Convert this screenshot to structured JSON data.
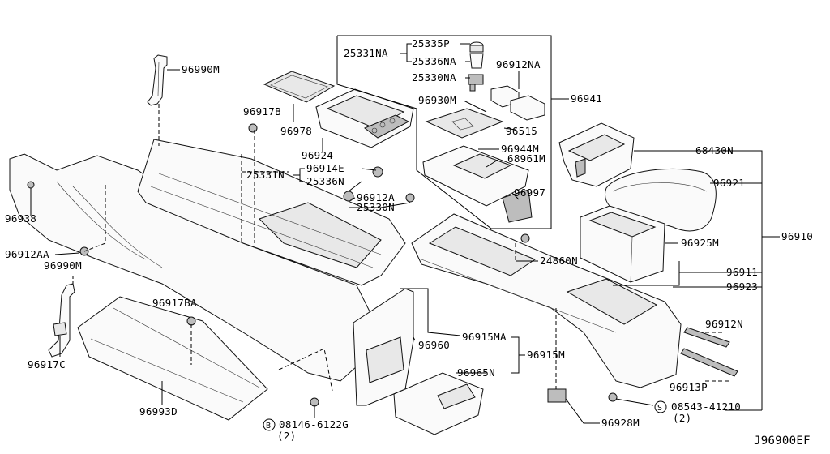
{
  "diagram_id": "J96900EF",
  "callouts": {
    "p25331NA": "25331NA",
    "p25335P": "25335P",
    "p25336NA": "25336NA",
    "p25330NA": "25330NA",
    "p96912NA": "96912NA",
    "p96990M_top": "96990M",
    "p96930M": "96930M",
    "p96941": "96941",
    "p96917B": "96917B",
    "p96978": "96978",
    "p96515": "96515",
    "p96944M": "96944M",
    "p68961M": "68961M",
    "p68430N": "68430N",
    "p96924": "96924",
    "p96914E": "96914E",
    "p25331N": "25331N",
    "p25336N": "25336N",
    "p96997": "96997",
    "p96921": "96921",
    "p96912A": "96912A",
    "p25330N": "25330N",
    "p96938": "96938",
    "p96910": "96910",
    "p96925M": "96925M",
    "p96912AA": "96912AA",
    "p96990M_low": "96990M",
    "p24860N": "24860N",
    "p96911": "96911",
    "p96923": "96923",
    "p96917BA": "96917BA",
    "p96912N": "96912N",
    "p96915MA": "96915MA",
    "p96960": "96960",
    "p96917C": "96917C",
    "p96915M": "96915M",
    "p96965N": "96965N",
    "p96913P": "96913P",
    "p08543": "08543-41210",
    "p08543_qty": "(2)",
    "p96993D": "96993D",
    "p96928M": "96928M",
    "p08146": "08146-6122G",
    "p08146_qty": "(2)",
    "s_marker": "S",
    "b_marker": "B"
  }
}
